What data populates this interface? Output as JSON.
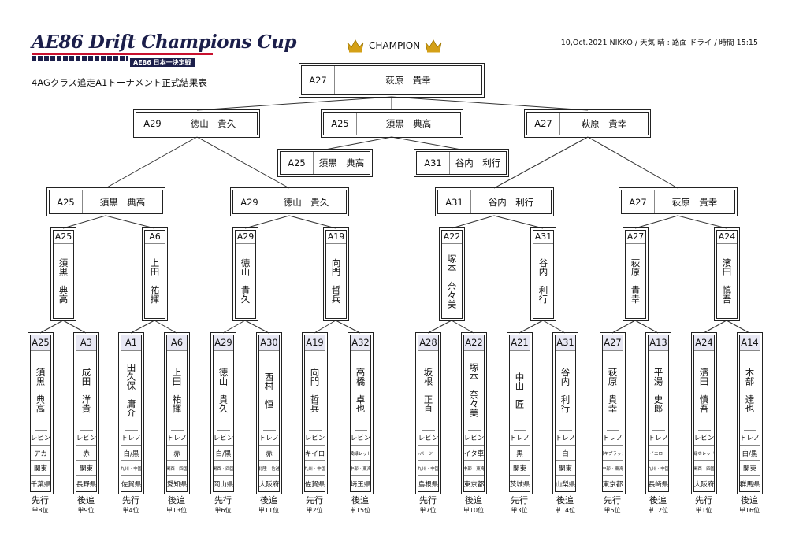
{
  "header": {
    "logo_main": "AE86 Drift Champions Cup",
    "logo_sub": "AE86 日本一決定戦",
    "champion_label": "CHAMPION",
    "info": "10,Oct.2021 NIKKO / 天気 晴 : 路面 ドライ / 時間 15:15",
    "title": "4AGクラス追走A1トーナメント正式結果表"
  },
  "final": {
    "code": "A27",
    "name": "萩原　貴幸"
  },
  "semis": [
    {
      "code": "A29",
      "name": "徳山　貴久"
    },
    {
      "code": "A25",
      "name": "須黒　典高"
    },
    {
      "code": "A27",
      "name": "萩原　貴幸"
    }
  ],
  "semi_extra": [
    {
      "code": "A25",
      "name": "須黒　典高"
    },
    {
      "code": "A31",
      "name": "谷内　利行"
    }
  ],
  "quarters": [
    {
      "code": "A25",
      "name": "須黒　典高"
    },
    {
      "code": "A29",
      "name": "徳山　貴久"
    },
    {
      "code": "A31",
      "name": "谷内　利行"
    },
    {
      "code": "A27",
      "name": "萩原　貴幸"
    }
  ],
  "round16": [
    {
      "code": "A25",
      "name": "須黒　典高"
    },
    {
      "code": "A6",
      "name": "上田　祐揮"
    },
    {
      "code": "A29",
      "name": "徳山　貴久"
    },
    {
      "code": "A19",
      "name": "向門　哲兵"
    },
    {
      "code": "A22",
      "name": "塚本　奈々美"
    },
    {
      "code": "A31",
      "name": "谷内　利行"
    },
    {
      "code": "A27",
      "name": "萩原　貴幸"
    },
    {
      "code": "A24",
      "name": "濱田　慎吾"
    }
  ],
  "entrants": [
    {
      "code": "A25",
      "name": "須黒　典高",
      "car": "レビン",
      "color": "アカ",
      "region": "関東",
      "pref": "千葉県",
      "role": "先行",
      "rank": "単8位"
    },
    {
      "code": "A3",
      "name": "成田　洋貴",
      "car": "レビン",
      "color": "赤",
      "region": "関東",
      "pref": "長野県",
      "role": "後追",
      "rank": "単9位"
    },
    {
      "code": "A1",
      "name": "田久保　庸介",
      "car": "トレノ",
      "color": "白/黒",
      "region": "九州・中国",
      "pref": "佐賀県",
      "role": "先行",
      "rank": "単4位"
    },
    {
      "code": "A6",
      "name": "上田　祐揮",
      "car": "トレノ",
      "color": "赤",
      "region": "関西・四国",
      "pref": "愛知県",
      "role": "後追",
      "rank": "単13位"
    },
    {
      "code": "A29",
      "name": "徳山　貴久",
      "car": "レビン",
      "color": "白/黒",
      "region": "関西・四国",
      "pref": "岡山県",
      "role": "先行",
      "rank": "単6位"
    },
    {
      "code": "A30",
      "name": "西村　恒",
      "car": "トレノ",
      "color": "赤",
      "region": "北陸・信越",
      "pref": "大阪府",
      "role": "後追",
      "rank": "単11位"
    },
    {
      "code": "A19",
      "name": "向門　哲兵",
      "car": "レビン",
      "color": "キイロ",
      "region": "九州・中国",
      "pref": "佐賀県",
      "role": "先行",
      "rank": "単2位"
    },
    {
      "code": "A32",
      "name": "高橋　卓也",
      "car": "レビン",
      "color": "黄緑レッド",
      "region": "中部・東海",
      "pref": "埼玉県",
      "role": "後追",
      "rank": "単15位"
    },
    {
      "code": "A28",
      "name": "坂根　正直",
      "car": "レビン",
      "color": "シルバーツートン",
      "region": "九州・中国",
      "pref": "島根県",
      "role": "先行",
      "rank": "単7位"
    },
    {
      "code": "A22",
      "name": "塚本　奈々美",
      "car": "レビン",
      "color": "イタ車",
      "region": "中部・東海",
      "pref": "東京都",
      "role": "後追",
      "rank": "単10位"
    },
    {
      "code": "A21",
      "name": "中山　匠",
      "car": "トレノ",
      "color": "黒",
      "region": "関東",
      "pref": "茨城県",
      "role": "先行",
      "rank": "単3位"
    },
    {
      "code": "A31",
      "name": "谷内　利行",
      "car": "トレノ",
      "color": "白",
      "region": "関東",
      "pref": "山梨県",
      "role": "後追",
      "rank": "単14位"
    },
    {
      "code": "A27",
      "name": "萩原　貴幸",
      "car": "トレノ",
      "color": "ゴキブラック",
      "region": "中部・東海",
      "pref": "東京都",
      "role": "先行",
      "rank": "単5位"
    },
    {
      "code": "A13",
      "name": "平湯　史郎",
      "car": "トレノ",
      "color": "イエロー",
      "region": "九州・中国",
      "pref": "長崎県",
      "role": "後追",
      "rank": "単12位"
    },
    {
      "code": "A24",
      "name": "濱田　慎吾",
      "car": "レビン",
      "color": "緑ホレッド",
      "region": "関西・四国",
      "pref": "大阪府",
      "role": "先行",
      "rank": "単1位"
    },
    {
      "code": "A14",
      "name": "木部　達也",
      "car": "トレノ",
      "color": "白/黒",
      "region": "関東",
      "pref": "群馬県",
      "role": "後追",
      "rank": "単16位"
    }
  ]
}
